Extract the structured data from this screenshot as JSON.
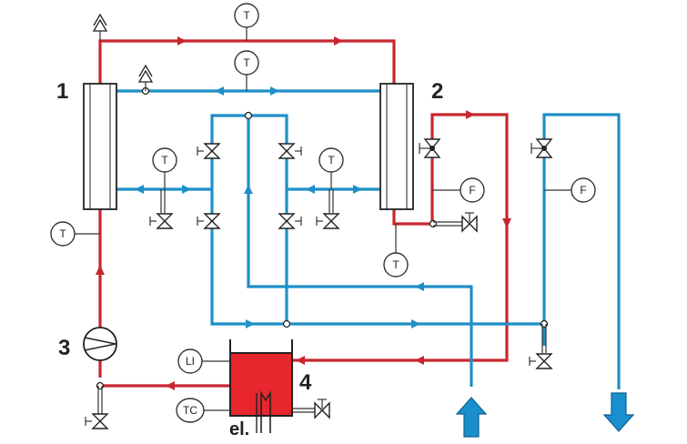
{
  "labels": {
    "hx1": "1",
    "hx2": "2",
    "pump": "3",
    "tank": "4",
    "heater": "el."
  },
  "instruments": {
    "t_top_red": "T",
    "t_top_blue": "T",
    "t_left_hx1": "T",
    "t_mid_left": "T",
    "t_mid_right": "T",
    "t_bottom_hx2": "T",
    "f_red": "F",
    "f_blue": "F",
    "li_tank": "LI",
    "tc_tank": "TC"
  },
  "colors": {
    "hot_pipe": "#c8272f",
    "cold_pipe": "#1f8fc8",
    "tank_fill": "#e8262d",
    "flow_arrow": "#1a8fd0"
  }
}
